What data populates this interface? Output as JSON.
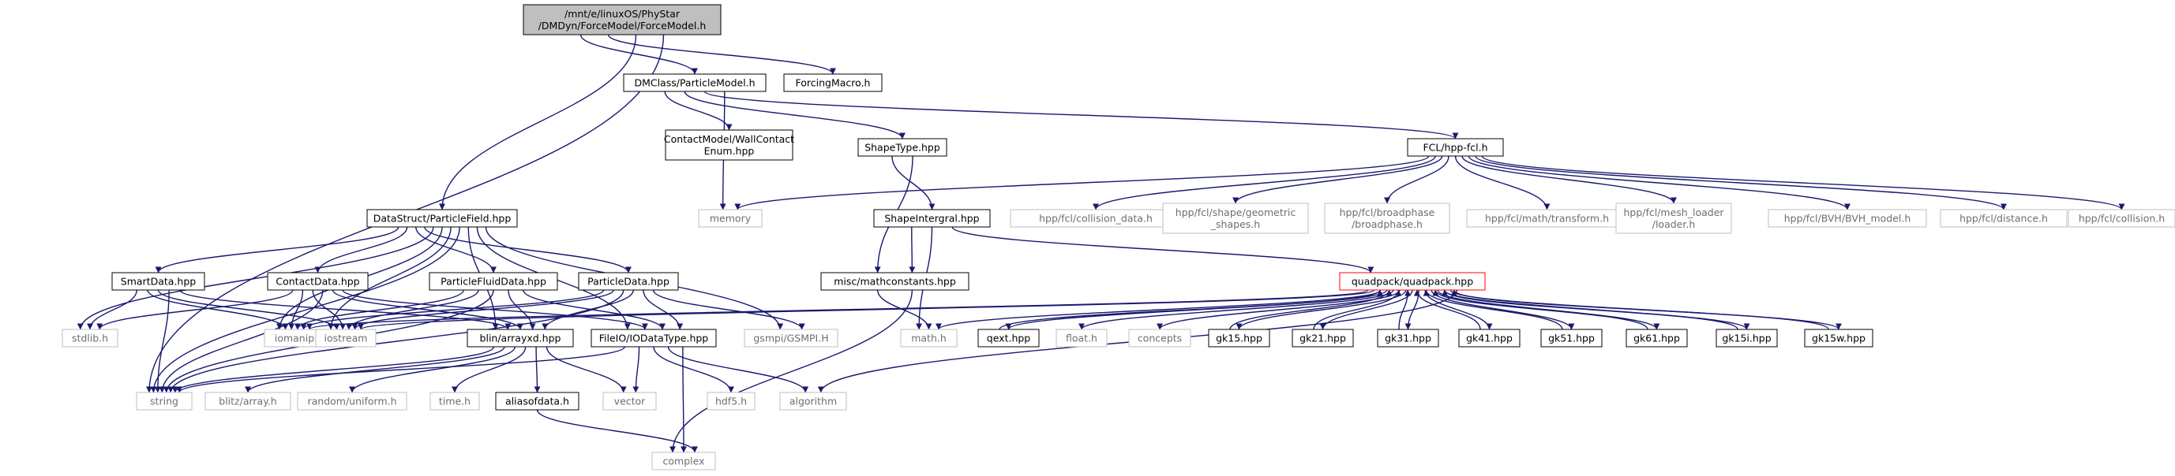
{
  "graph": {
    "nodes": [
      {
        "id": "root",
        "lines": [
          "/mnt/e/linuxOS/PhyStar",
          "/DMDyn/ForceModel/ForceModel.h"
        ],
        "style": "root"
      },
      {
        "id": "particle_model",
        "lines": [
          "DMClass/ParticleModel.h"
        ],
        "style": "local"
      },
      {
        "id": "forcing_macro",
        "lines": [
          "ForcingMacro.h"
        ],
        "style": "local"
      },
      {
        "id": "contact_enum",
        "lines": [
          "ContactModel/WallContact",
          "Enum.hpp"
        ],
        "style": "local"
      },
      {
        "id": "shape_type",
        "lines": [
          "ShapeType.hpp"
        ],
        "style": "local"
      },
      {
        "id": "fcl",
        "lines": [
          "FCL/hpp-fcl.h"
        ],
        "style": "local"
      },
      {
        "id": "memory",
        "lines": [
          "memory"
        ],
        "style": "sys"
      },
      {
        "id": "collision_data",
        "lines": [
          "hpp/fcl/collision_data.h"
        ],
        "style": "sys"
      },
      {
        "id": "geometric_shapes",
        "lines": [
          "hpp/fcl/shape/geometric",
          "_shapes.h"
        ],
        "style": "sys"
      },
      {
        "id": "broadphase",
        "lines": [
          "hpp/fcl/broadphase",
          "/broadphase.h"
        ],
        "style": "sys"
      },
      {
        "id": "transform",
        "lines": [
          "hpp/fcl/math/transform.h"
        ],
        "style": "sys"
      },
      {
        "id": "mesh_loader",
        "lines": [
          "hpp/fcl/mesh_loader",
          "/loader.h"
        ],
        "style": "sys"
      },
      {
        "id": "bvh_model",
        "lines": [
          "hpp/fcl/BVH/BVH_model.h"
        ],
        "style": "sys"
      },
      {
        "id": "distance",
        "lines": [
          "hpp/fcl/distance.h"
        ],
        "style": "sys"
      },
      {
        "id": "collision",
        "lines": [
          "hpp/fcl/collision.h"
        ],
        "style": "sys"
      },
      {
        "id": "particle_field",
        "lines": [
          "DataStruct/ParticleField.hpp"
        ],
        "style": "local"
      },
      {
        "id": "shape_integral",
        "lines": [
          "ShapeIntergral.hpp"
        ],
        "style": "local"
      },
      {
        "id": "smart_data",
        "lines": [
          "SmartData.hpp"
        ],
        "style": "local"
      },
      {
        "id": "contact_data",
        "lines": [
          "ContactData.hpp"
        ],
        "style": "local"
      },
      {
        "id": "particle_fluid_data",
        "lines": [
          "ParticleFluidData.hpp"
        ],
        "style": "local"
      },
      {
        "id": "particle_data",
        "lines": [
          "ParticleData.hpp"
        ],
        "style": "local"
      },
      {
        "id": "mathconstants",
        "lines": [
          "misc/mathconstants.hpp"
        ],
        "style": "local"
      },
      {
        "id": "quadpack",
        "lines": [
          "quadpack/quadpack.hpp"
        ],
        "style": "highlight"
      },
      {
        "id": "stdlib",
        "lines": [
          "stdlib.h"
        ],
        "style": "sys"
      },
      {
        "id": "iomanip",
        "lines": [
          "iomanip"
        ],
        "style": "sys"
      },
      {
        "id": "iostream",
        "lines": [
          "iostream"
        ],
        "style": "sys"
      },
      {
        "id": "arrayxd",
        "lines": [
          "blin/arrayxd.hpp"
        ],
        "style": "local"
      },
      {
        "id": "iodatatype",
        "lines": [
          "FileIO/IODataType.hpp"
        ],
        "style": "local"
      },
      {
        "id": "gsmpi",
        "lines": [
          "gsmpi/GSMPI.H"
        ],
        "style": "sys"
      },
      {
        "id": "math_h",
        "lines": [
          "math.h"
        ],
        "style": "sys"
      },
      {
        "id": "qext",
        "lines": [
          "qext.hpp"
        ],
        "style": "local"
      },
      {
        "id": "float_h",
        "lines": [
          "float.h"
        ],
        "style": "sys"
      },
      {
        "id": "concepts",
        "lines": [
          "concepts"
        ],
        "style": "sys"
      },
      {
        "id": "gk15",
        "lines": [
          "gk15.hpp"
        ],
        "style": "local"
      },
      {
        "id": "gk21",
        "lines": [
          "gk21.hpp"
        ],
        "style": "local"
      },
      {
        "id": "gk31",
        "lines": [
          "gk31.hpp"
        ],
        "style": "local"
      },
      {
        "id": "gk41",
        "lines": [
          "gk41.hpp"
        ],
        "style": "local"
      },
      {
        "id": "gk51",
        "lines": [
          "gk51.hpp"
        ],
        "style": "local"
      },
      {
        "id": "gk61",
        "lines": [
          "gk61.hpp"
        ],
        "style": "local"
      },
      {
        "id": "gk15i",
        "lines": [
          "gk15i.hpp"
        ],
        "style": "local"
      },
      {
        "id": "gk15w",
        "lines": [
          "gk15w.hpp"
        ],
        "style": "local"
      },
      {
        "id": "string",
        "lines": [
          "string"
        ],
        "style": "sys"
      },
      {
        "id": "blitz",
        "lines": [
          "blitz/array.h"
        ],
        "style": "sys"
      },
      {
        "id": "uniform",
        "lines": [
          "random/uniform.h"
        ],
        "style": "sys"
      },
      {
        "id": "time_h",
        "lines": [
          "time.h"
        ],
        "style": "sys"
      },
      {
        "id": "aliasofdata",
        "lines": [
          "aliasofdata.h"
        ],
        "style": "local"
      },
      {
        "id": "vector",
        "lines": [
          "vector"
        ],
        "style": "sys"
      },
      {
        "id": "hdf5",
        "lines": [
          "hdf5.h"
        ],
        "style": "sys"
      },
      {
        "id": "algorithm",
        "lines": [
          "algorithm"
        ],
        "style": "sys"
      },
      {
        "id": "complex",
        "lines": [
          "complex"
        ],
        "style": "sys"
      }
    ],
    "edges": [
      [
        "root",
        "particle_model"
      ],
      [
        "root",
        "forcing_macro"
      ],
      [
        "root",
        "particle_field"
      ],
      [
        "root",
        "string"
      ],
      [
        "particle_model",
        "contact_enum"
      ],
      [
        "particle_model",
        "shape_type"
      ],
      [
        "particle_model",
        "fcl"
      ],
      [
        "particle_model",
        "memory"
      ],
      [
        "fcl",
        "memory"
      ],
      [
        "fcl",
        "collision_data"
      ],
      [
        "fcl",
        "geometric_shapes"
      ],
      [
        "fcl",
        "broadphase"
      ],
      [
        "fcl",
        "transform"
      ],
      [
        "fcl",
        "mesh_loader"
      ],
      [
        "fcl",
        "bvh_model"
      ],
      [
        "fcl",
        "distance"
      ],
      [
        "fcl",
        "collision"
      ],
      [
        "shape_type",
        "shape_integral"
      ],
      [
        "shape_type",
        "mathconstants"
      ],
      [
        "shape_integral",
        "mathconstants"
      ],
      [
        "shape_integral",
        "math_h"
      ],
      [
        "shape_integral",
        "quadpack"
      ],
      [
        "mathconstants",
        "math_h"
      ],
      [
        "mathconstants",
        "complex"
      ],
      [
        "particle_field",
        "smart_data"
      ],
      [
        "particle_field",
        "contact_data"
      ],
      [
        "particle_field",
        "particle_fluid_data"
      ],
      [
        "particle_field",
        "particle_data"
      ],
      [
        "particle_field",
        "stdlib"
      ],
      [
        "particle_field",
        "iomanip"
      ],
      [
        "particle_field",
        "iostream"
      ],
      [
        "particle_field",
        "string"
      ],
      [
        "particle_field",
        "arrayxd"
      ],
      [
        "particle_field",
        "iodatatype"
      ],
      [
        "particle_field",
        "gsmpi"
      ],
      [
        "smart_data",
        "stdlib"
      ],
      [
        "smart_data",
        "iomanip"
      ],
      [
        "smart_data",
        "iostream"
      ],
      [
        "smart_data",
        "string"
      ],
      [
        "smart_data",
        "arrayxd"
      ],
      [
        "contact_data",
        "stdlib"
      ],
      [
        "contact_data",
        "iomanip"
      ],
      [
        "contact_data",
        "iostream"
      ],
      [
        "contact_data",
        "string"
      ],
      [
        "contact_data",
        "arrayxd"
      ],
      [
        "contact_data",
        "iodatatype"
      ],
      [
        "particle_fluid_data",
        "iomanip"
      ],
      [
        "particle_fluid_data",
        "iostream"
      ],
      [
        "particle_fluid_data",
        "string"
      ],
      [
        "particle_fluid_data",
        "arrayxd"
      ],
      [
        "particle_fluid_data",
        "iodatatype"
      ],
      [
        "particle_data",
        "iomanip"
      ],
      [
        "particle_data",
        "iostream"
      ],
      [
        "particle_data",
        "string"
      ],
      [
        "particle_data",
        "arrayxd"
      ],
      [
        "particle_data",
        "iodatatype"
      ],
      [
        "particle_data",
        "gsmpi"
      ],
      [
        "arrayxd",
        "string"
      ],
      [
        "arrayxd",
        "blitz"
      ],
      [
        "arrayxd",
        "uniform"
      ],
      [
        "arrayxd",
        "time_h"
      ],
      [
        "arrayxd",
        "aliasofdata"
      ],
      [
        "arrayxd",
        "vector"
      ],
      [
        "iodatatype",
        "string"
      ],
      [
        "iodatatype",
        "vector"
      ],
      [
        "iodatatype",
        "hdf5"
      ],
      [
        "iodatatype",
        "algorithm"
      ],
      [
        "iodatatype",
        "complex"
      ],
      [
        "aliasofdata",
        "complex"
      ],
      [
        "quadpack",
        "iomanip"
      ],
      [
        "quadpack",
        "iostream"
      ],
      [
        "quadpack",
        "math_h"
      ],
      [
        "quadpack",
        "qext"
      ],
      [
        "quadpack",
        "float_h"
      ],
      [
        "quadpack",
        "concepts"
      ],
      [
        "quadpack",
        "gk15"
      ],
      [
        "quadpack",
        "gk21"
      ],
      [
        "quadpack",
        "gk31"
      ],
      [
        "quadpack",
        "gk41"
      ],
      [
        "quadpack",
        "gk51"
      ],
      [
        "quadpack",
        "gk61"
      ],
      [
        "quadpack",
        "gk15i"
      ],
      [
        "quadpack",
        "gk15w"
      ],
      [
        "quadpack",
        "algorithm"
      ],
      [
        "qext",
        "quadpack"
      ],
      [
        "gk15",
        "quadpack"
      ],
      [
        "gk21",
        "quadpack"
      ],
      [
        "gk31",
        "quadpack"
      ],
      [
        "gk41",
        "quadpack"
      ],
      [
        "gk51",
        "quadpack"
      ],
      [
        "gk61",
        "quadpack"
      ],
      [
        "gk15i",
        "quadpack"
      ],
      [
        "gk15w",
        "quadpack"
      ]
    ]
  }
}
